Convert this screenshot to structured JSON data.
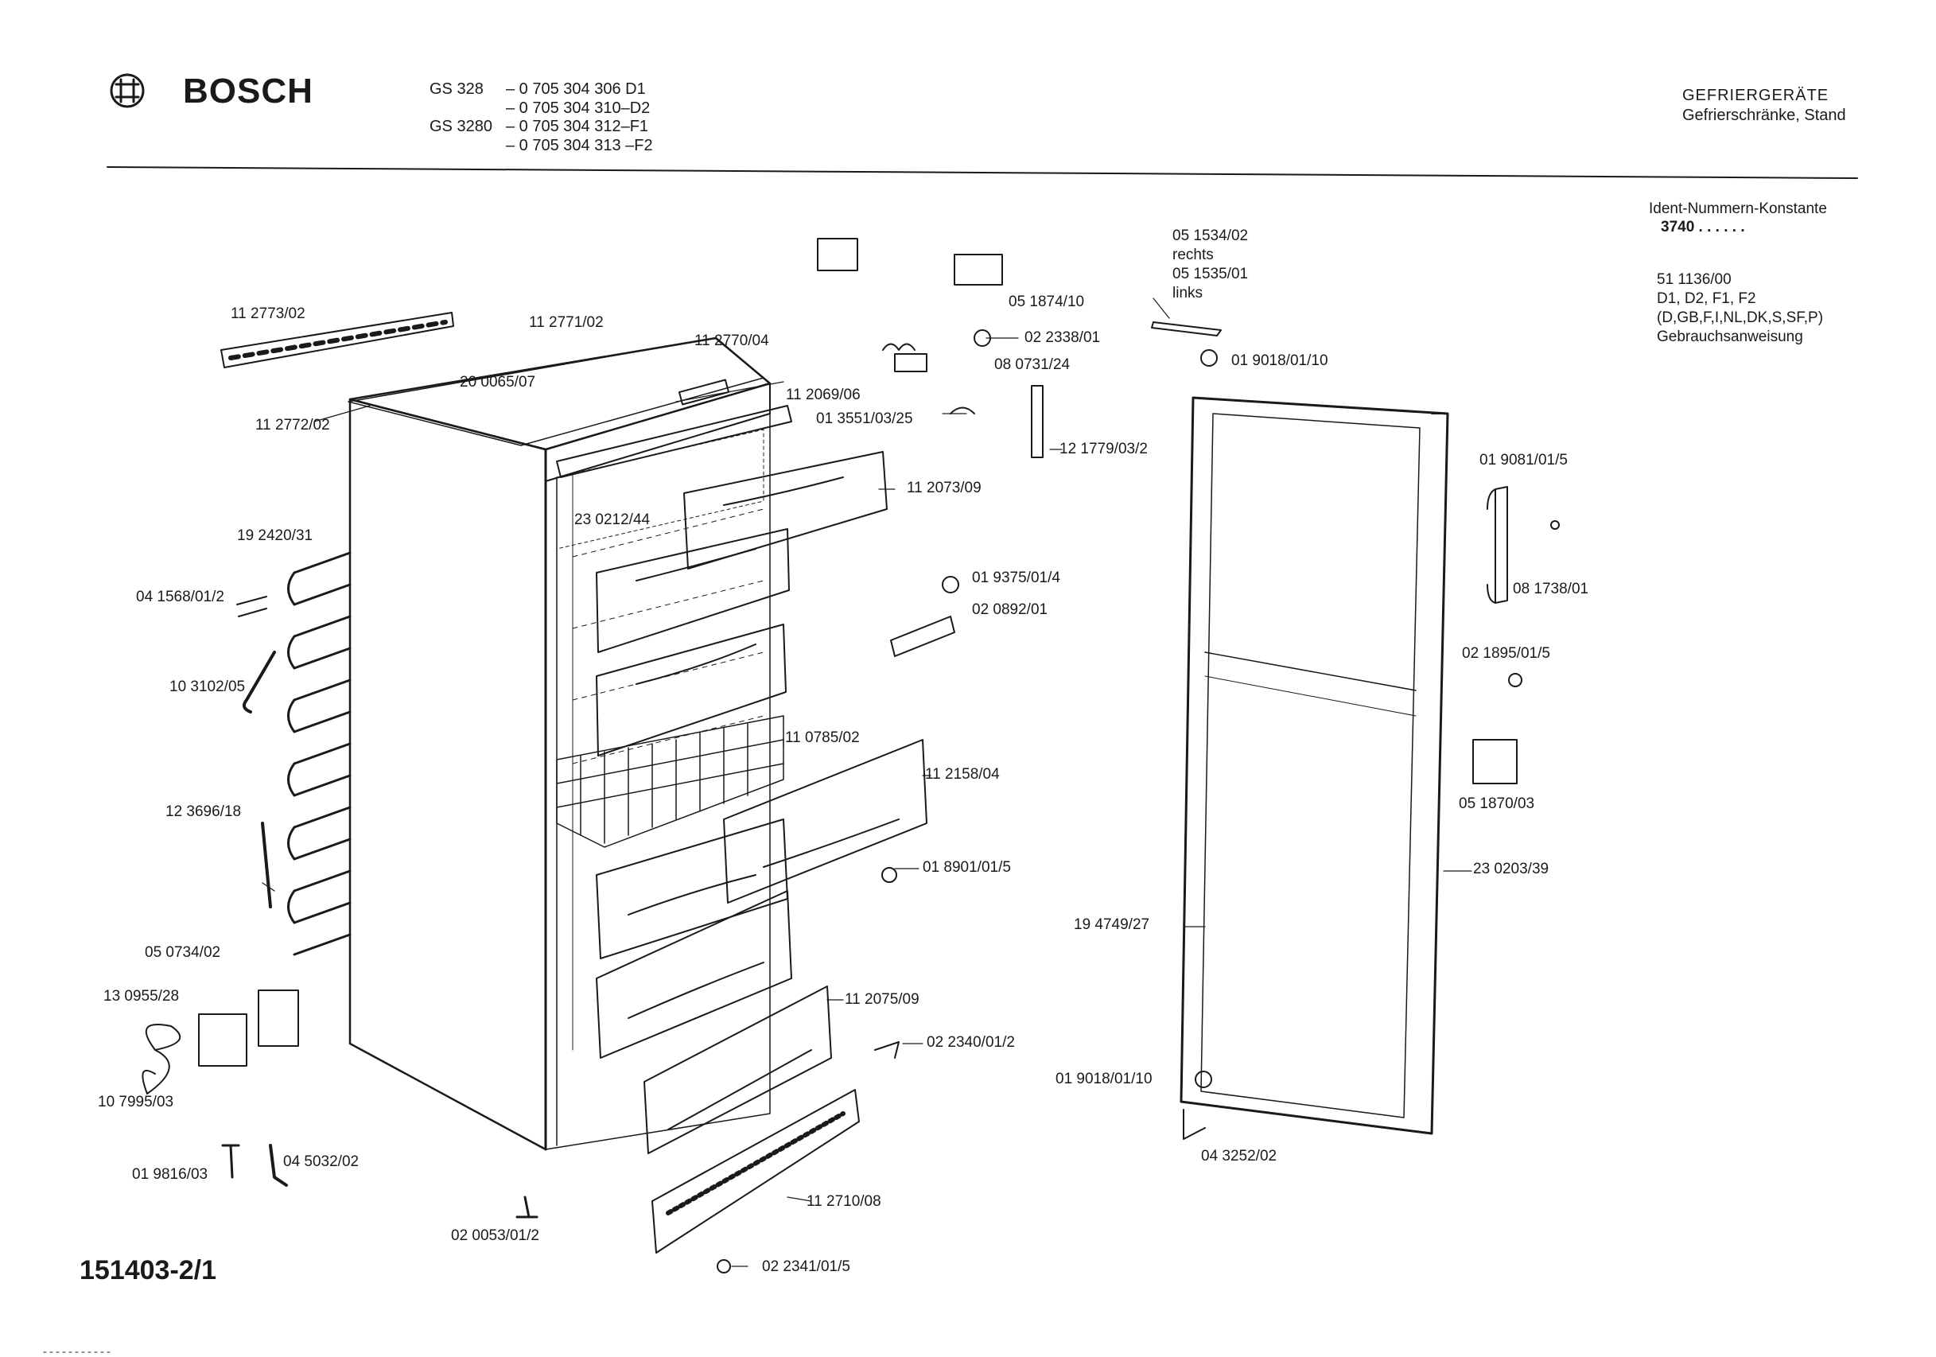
{
  "header": {
    "brand": "BOSCH",
    "models": [
      {
        "model": "GS 328",
        "numbers": [
          "– 0 705 304 306  D1",
          "– 0 705 304 310–D2"
        ]
      },
      {
        "model": "GS 3280",
        "numbers": [
          "– 0 705 304 312–F1",
          "– 0 705 304 313 –F2"
        ]
      }
    ],
    "category": "GEFRIERGERÄTE",
    "subcategory": "Gefrierschränke, Stand"
  },
  "sidebar": {
    "ident_title": "Ident-Nummern-Konstante",
    "ident_value": "3740  . .   . . . .",
    "manual_lines": [
      "51 1136/00",
      "D1, D2, F1, F2",
      "(D,GB,F,I,NL,DK,S,SF,P)",
      "Gebrauchsanweisung"
    ]
  },
  "parts": [
    "11 2773/02",
    "11 2771/02",
    "11 2770/04",
    "20 0065/07",
    "11 2772/02",
    "11 2069/06",
    "01 3551/03/25",
    "11 2073/09",
    "23 0212/44",
    "19 2420/31",
    "04 1568/01/2",
    "10 3102/05",
    "12 3696/18",
    "05 0734/02",
    "13 0955/28",
    "10 7995/03",
    "01 9816/03",
    "04 5032/02",
    "02 0053/01/2",
    "05 1874/10",
    "02 2338/01",
    "08 0731/24",
    "12 1779/03/2",
    "01 9375/01/4",
    "02 0892/01",
    "11 0785/02",
    "11 2158/04",
    "01 8901/01/5",
    "11 2075/09",
    "02 2340/01/2",
    "11 2710/08",
    "02 2341/01/5",
    "05 1534/02",
    "rechts",
    "05 1535/01",
    "links",
    "01 9018/01/10",
    "01 9081/01/5",
    "08 1738/01",
    "02 1895/01/5",
    "05 1870/03",
    "23 0203/39",
    "19 4749/27",
    "01 9018/01/10",
    "04 3252/02"
  ],
  "footer": {
    "doc_number": "151403-2/1"
  },
  "colors": {
    "ink": "#1a1a1a",
    "paper": "#ffffff"
  }
}
